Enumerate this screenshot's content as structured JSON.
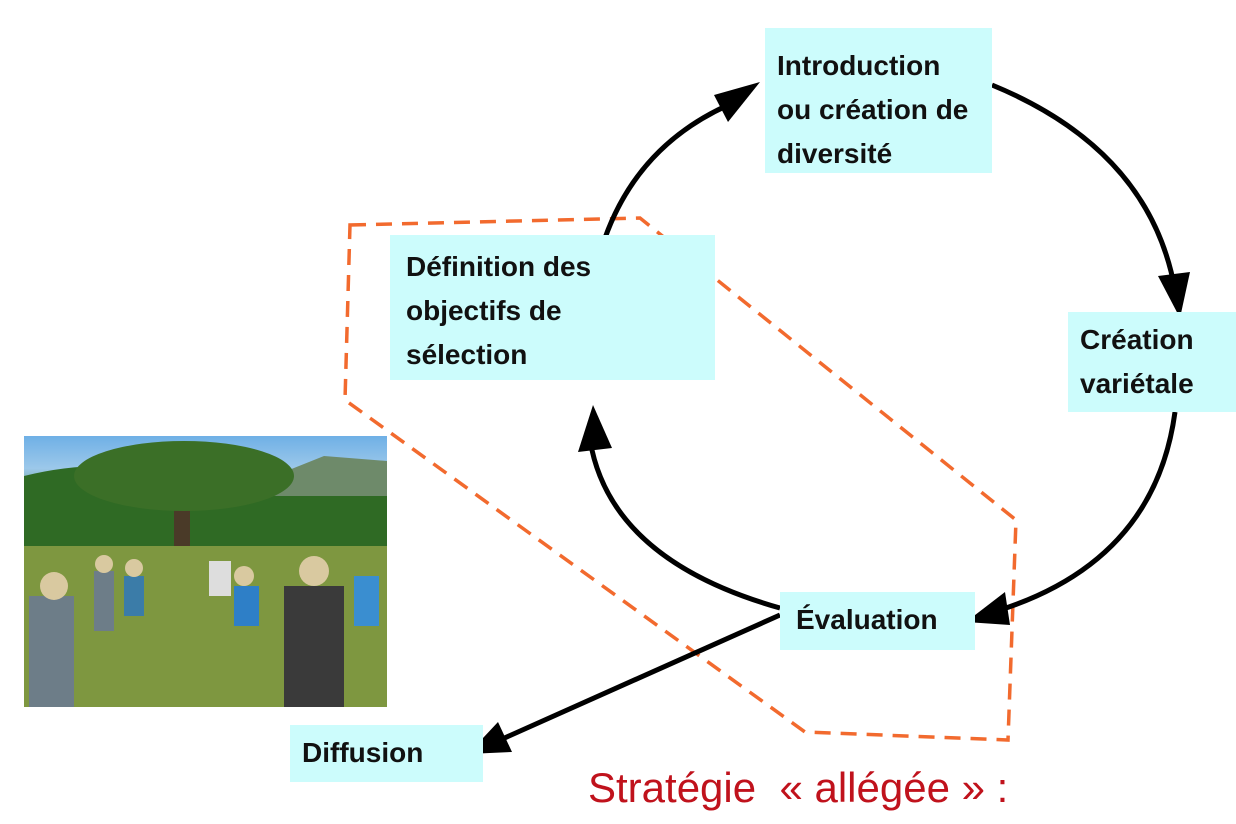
{
  "boxes": {
    "introduction": "Introduction ou création de diversité",
    "definition": "Définition des objectifs de sélection",
    "creation": "Création variétale",
    "evaluation": "Évaluation",
    "diffusion": "Diffusion"
  },
  "caption": "Stratégie  « allégée » :",
  "colors": {
    "box": "#ccfcfc",
    "dashed": "#f26a2e",
    "caption": "#c0121c"
  }
}
